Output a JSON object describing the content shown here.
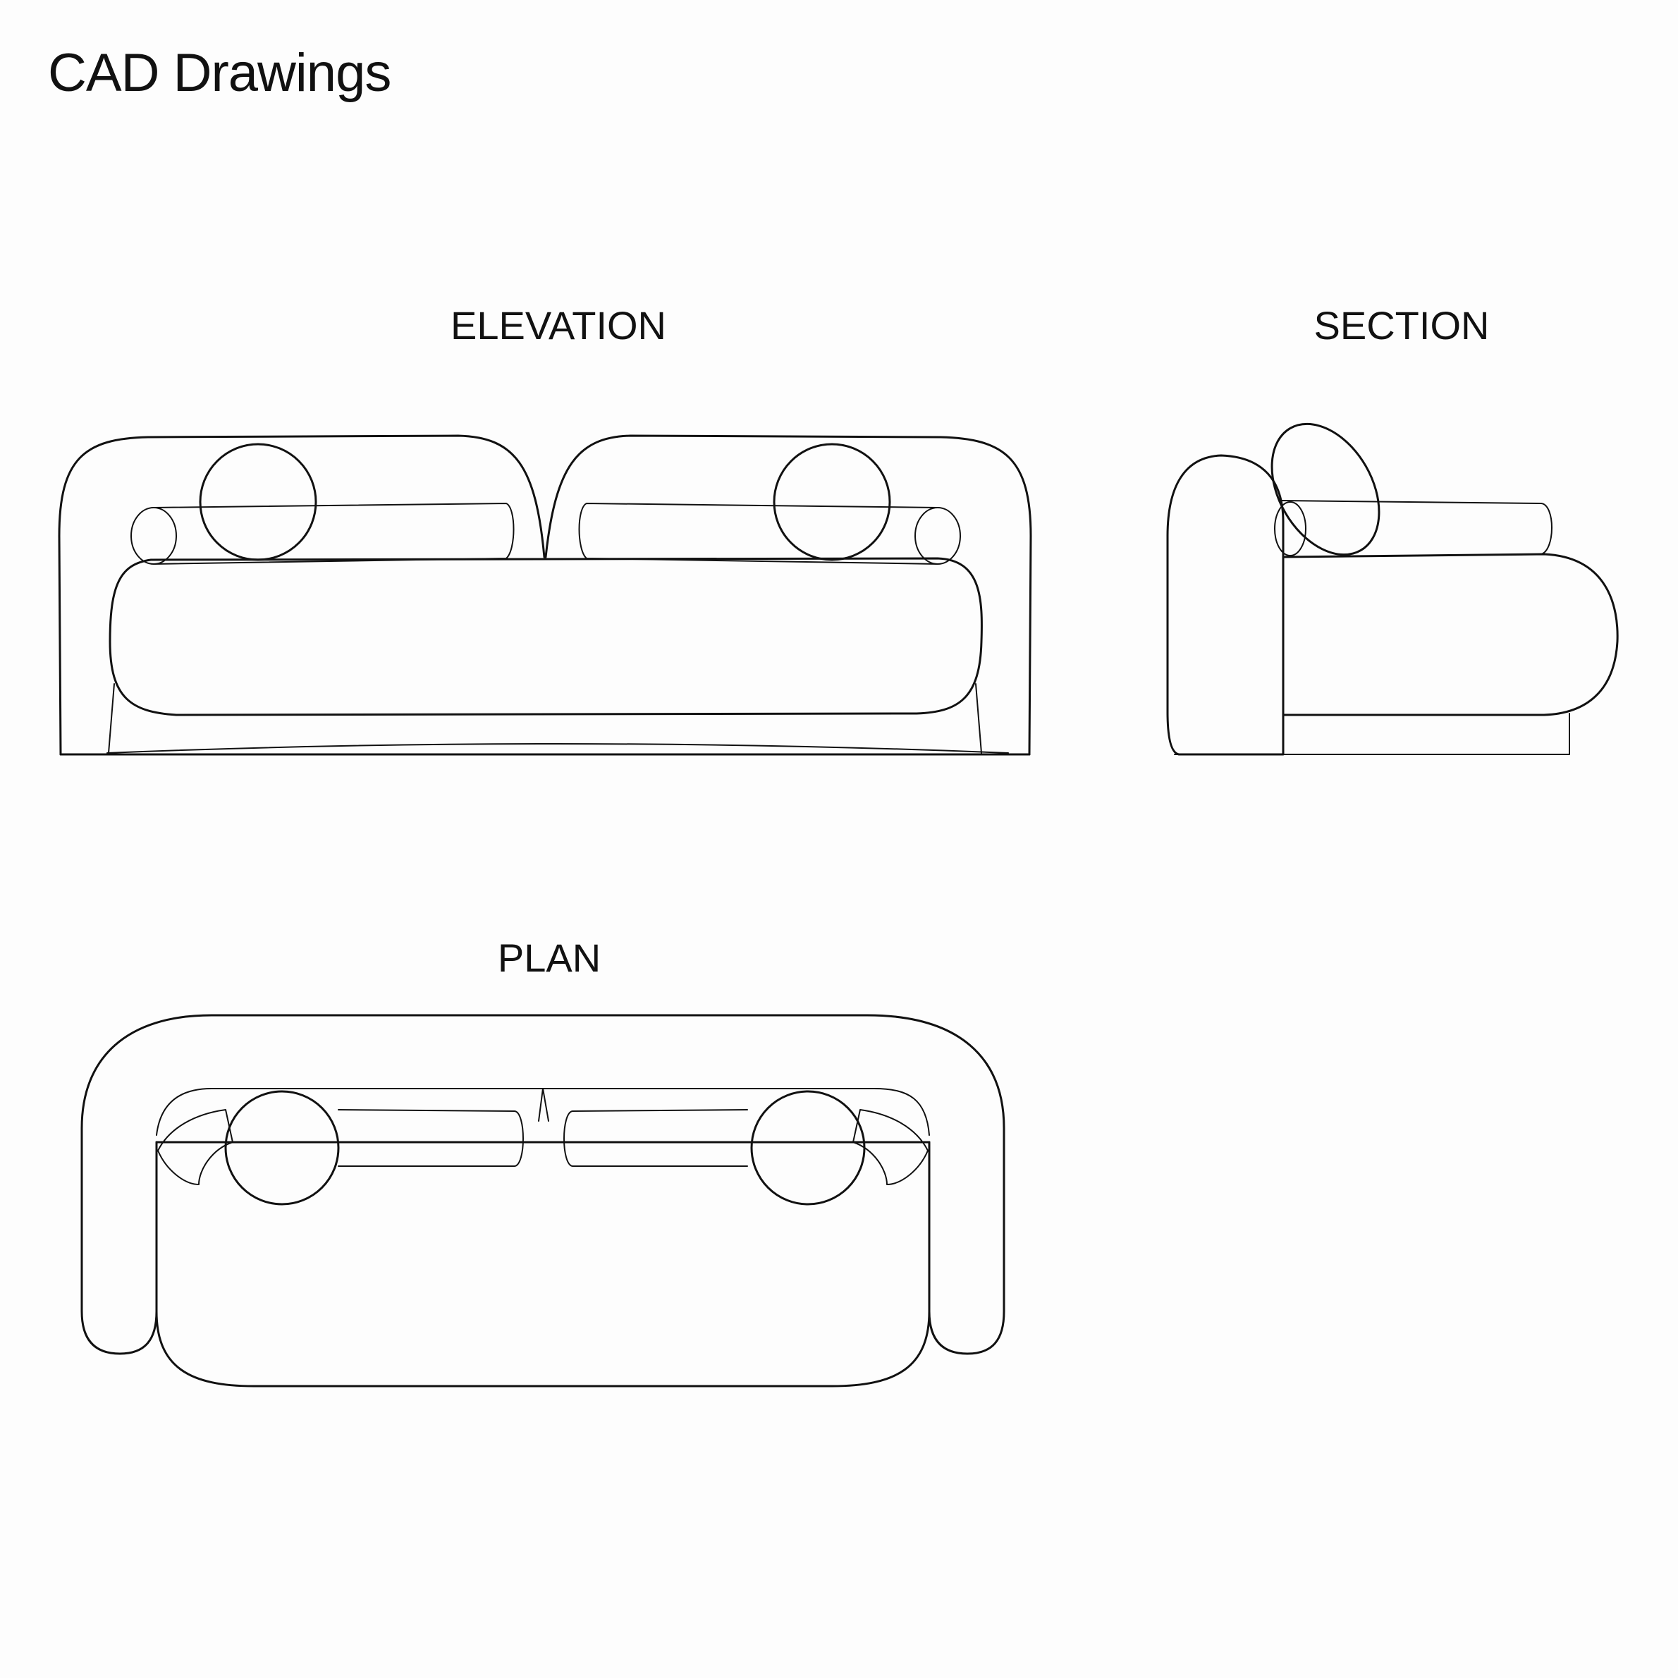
{
  "header": {
    "title": "CAD Drawings"
  },
  "views": {
    "elevation": {
      "label": "ELEVATION"
    },
    "section": {
      "label": "SECTION"
    },
    "plan": {
      "label": "PLAN"
    }
  },
  "colors": {
    "background": "#fdfdfd",
    "line": "#111111"
  }
}
